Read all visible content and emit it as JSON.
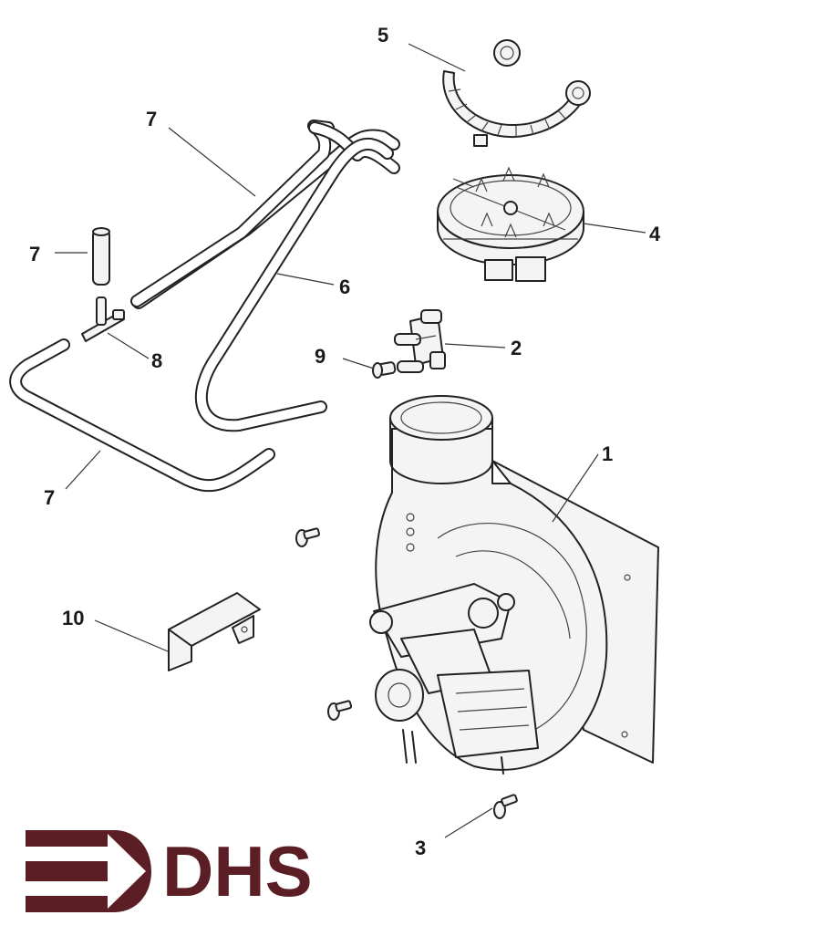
{
  "callouts": {
    "c1": "1",
    "c2": "2",
    "c3": "3",
    "c4": "4",
    "c5": "5",
    "c6": "6",
    "c7a": "7",
    "c7b": "7",
    "c7c": "7",
    "c8": "8",
    "c9": "9",
    "c10": "10"
  },
  "logo": {
    "text": "DHS",
    "color": "#5a1e24"
  }
}
